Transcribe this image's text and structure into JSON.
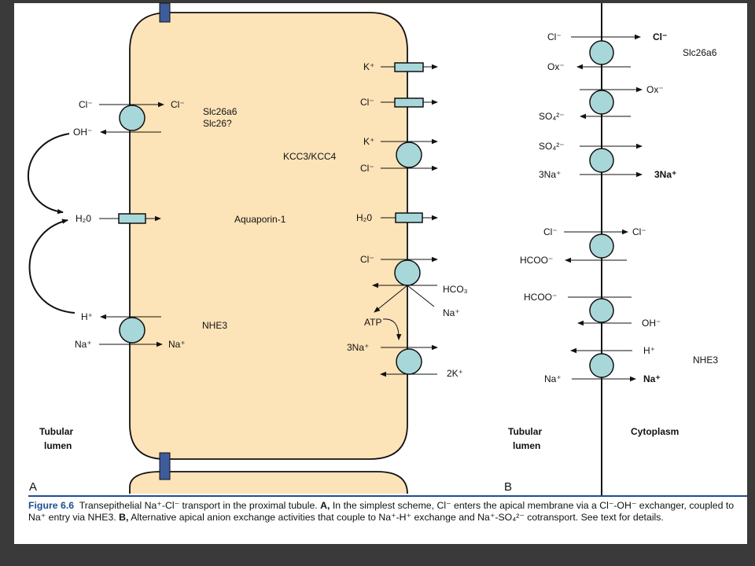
{
  "colors": {
    "background": "#3b3a3a",
    "cell_fill": "#fde3b8",
    "transporter_fill": "#a8d7d9",
    "channel_fill": "#a8d7d9",
    "tight_junction": "#3e5c9c",
    "caption_blue": "#1d4f91"
  },
  "panel_a": {
    "cl_out": "Cl⁻",
    "cl_in": "Cl⁻",
    "oh": "OH⁻",
    "slc26a6": "Slc26a6",
    "slc26": "Slc26?",
    "h2o_left": "H₂0",
    "aquaporin": "Aquaporin-1",
    "h_left": "H⁺",
    "na_out": "Na⁺",
    "na_in": "Na⁺",
    "nhe3": "NHE3",
    "k_top": "K⁺",
    "cl_baso1": "Cl⁻",
    "k_kcc": "K⁺",
    "kcc_label": "KCC3/KCC4",
    "cl_kcc": "Cl⁻",
    "h2o_right": "H₂0",
    "cl_baso2": "Cl⁻",
    "hco3": "HCO₃",
    "na_baso": "Na⁺",
    "atp": "ATP",
    "na3": "3Na⁺",
    "k2": "2K⁺",
    "tubular": "Tubular",
    "lumen": "lumen",
    "letter": "A"
  },
  "panel_b": {
    "cl1": "Cl⁻",
    "cl1_out": "Cl⁻",
    "ox1": "Ox⁻",
    "slc26a6": "Slc26a6",
    "ox2": "Ox⁻",
    "so4_1": "SO₄²⁻",
    "so4_2": "SO₄²⁻",
    "na3_in": "3Na⁺",
    "na3_out": "3Na⁺",
    "cl2": "Cl⁻",
    "cl2_out": "Cl⁻",
    "hcoo1": "HCOO⁻",
    "hcoo2": "HCOO⁻",
    "oh": "OH⁻",
    "h": "H⁺",
    "nhe3": "NHE3",
    "na_in": "Na⁺",
    "na_out": "Na⁺",
    "tubular": "Tubular",
    "lumen": "lumen",
    "cytoplasm": "Cytoplasm",
    "letter": "B"
  },
  "caption": {
    "figure_label": "Figure 6.6",
    "text1": "Transepithelial Na⁺-Cl⁻ transport in the proximal tubule.",
    "a_label": "A,",
    "text2": "In the simplest scheme, Cl⁻ enters the apical membrane via a Cl⁻-OH⁻ exchanger, coupled to Na⁺ entry via NHE3.",
    "b_label": "B,",
    "text3": "Alternative apical anion exchange activities that couple to Na⁺-H⁺ exchange and Na⁺-SO₄²⁻ cotransport. See text for details."
  }
}
